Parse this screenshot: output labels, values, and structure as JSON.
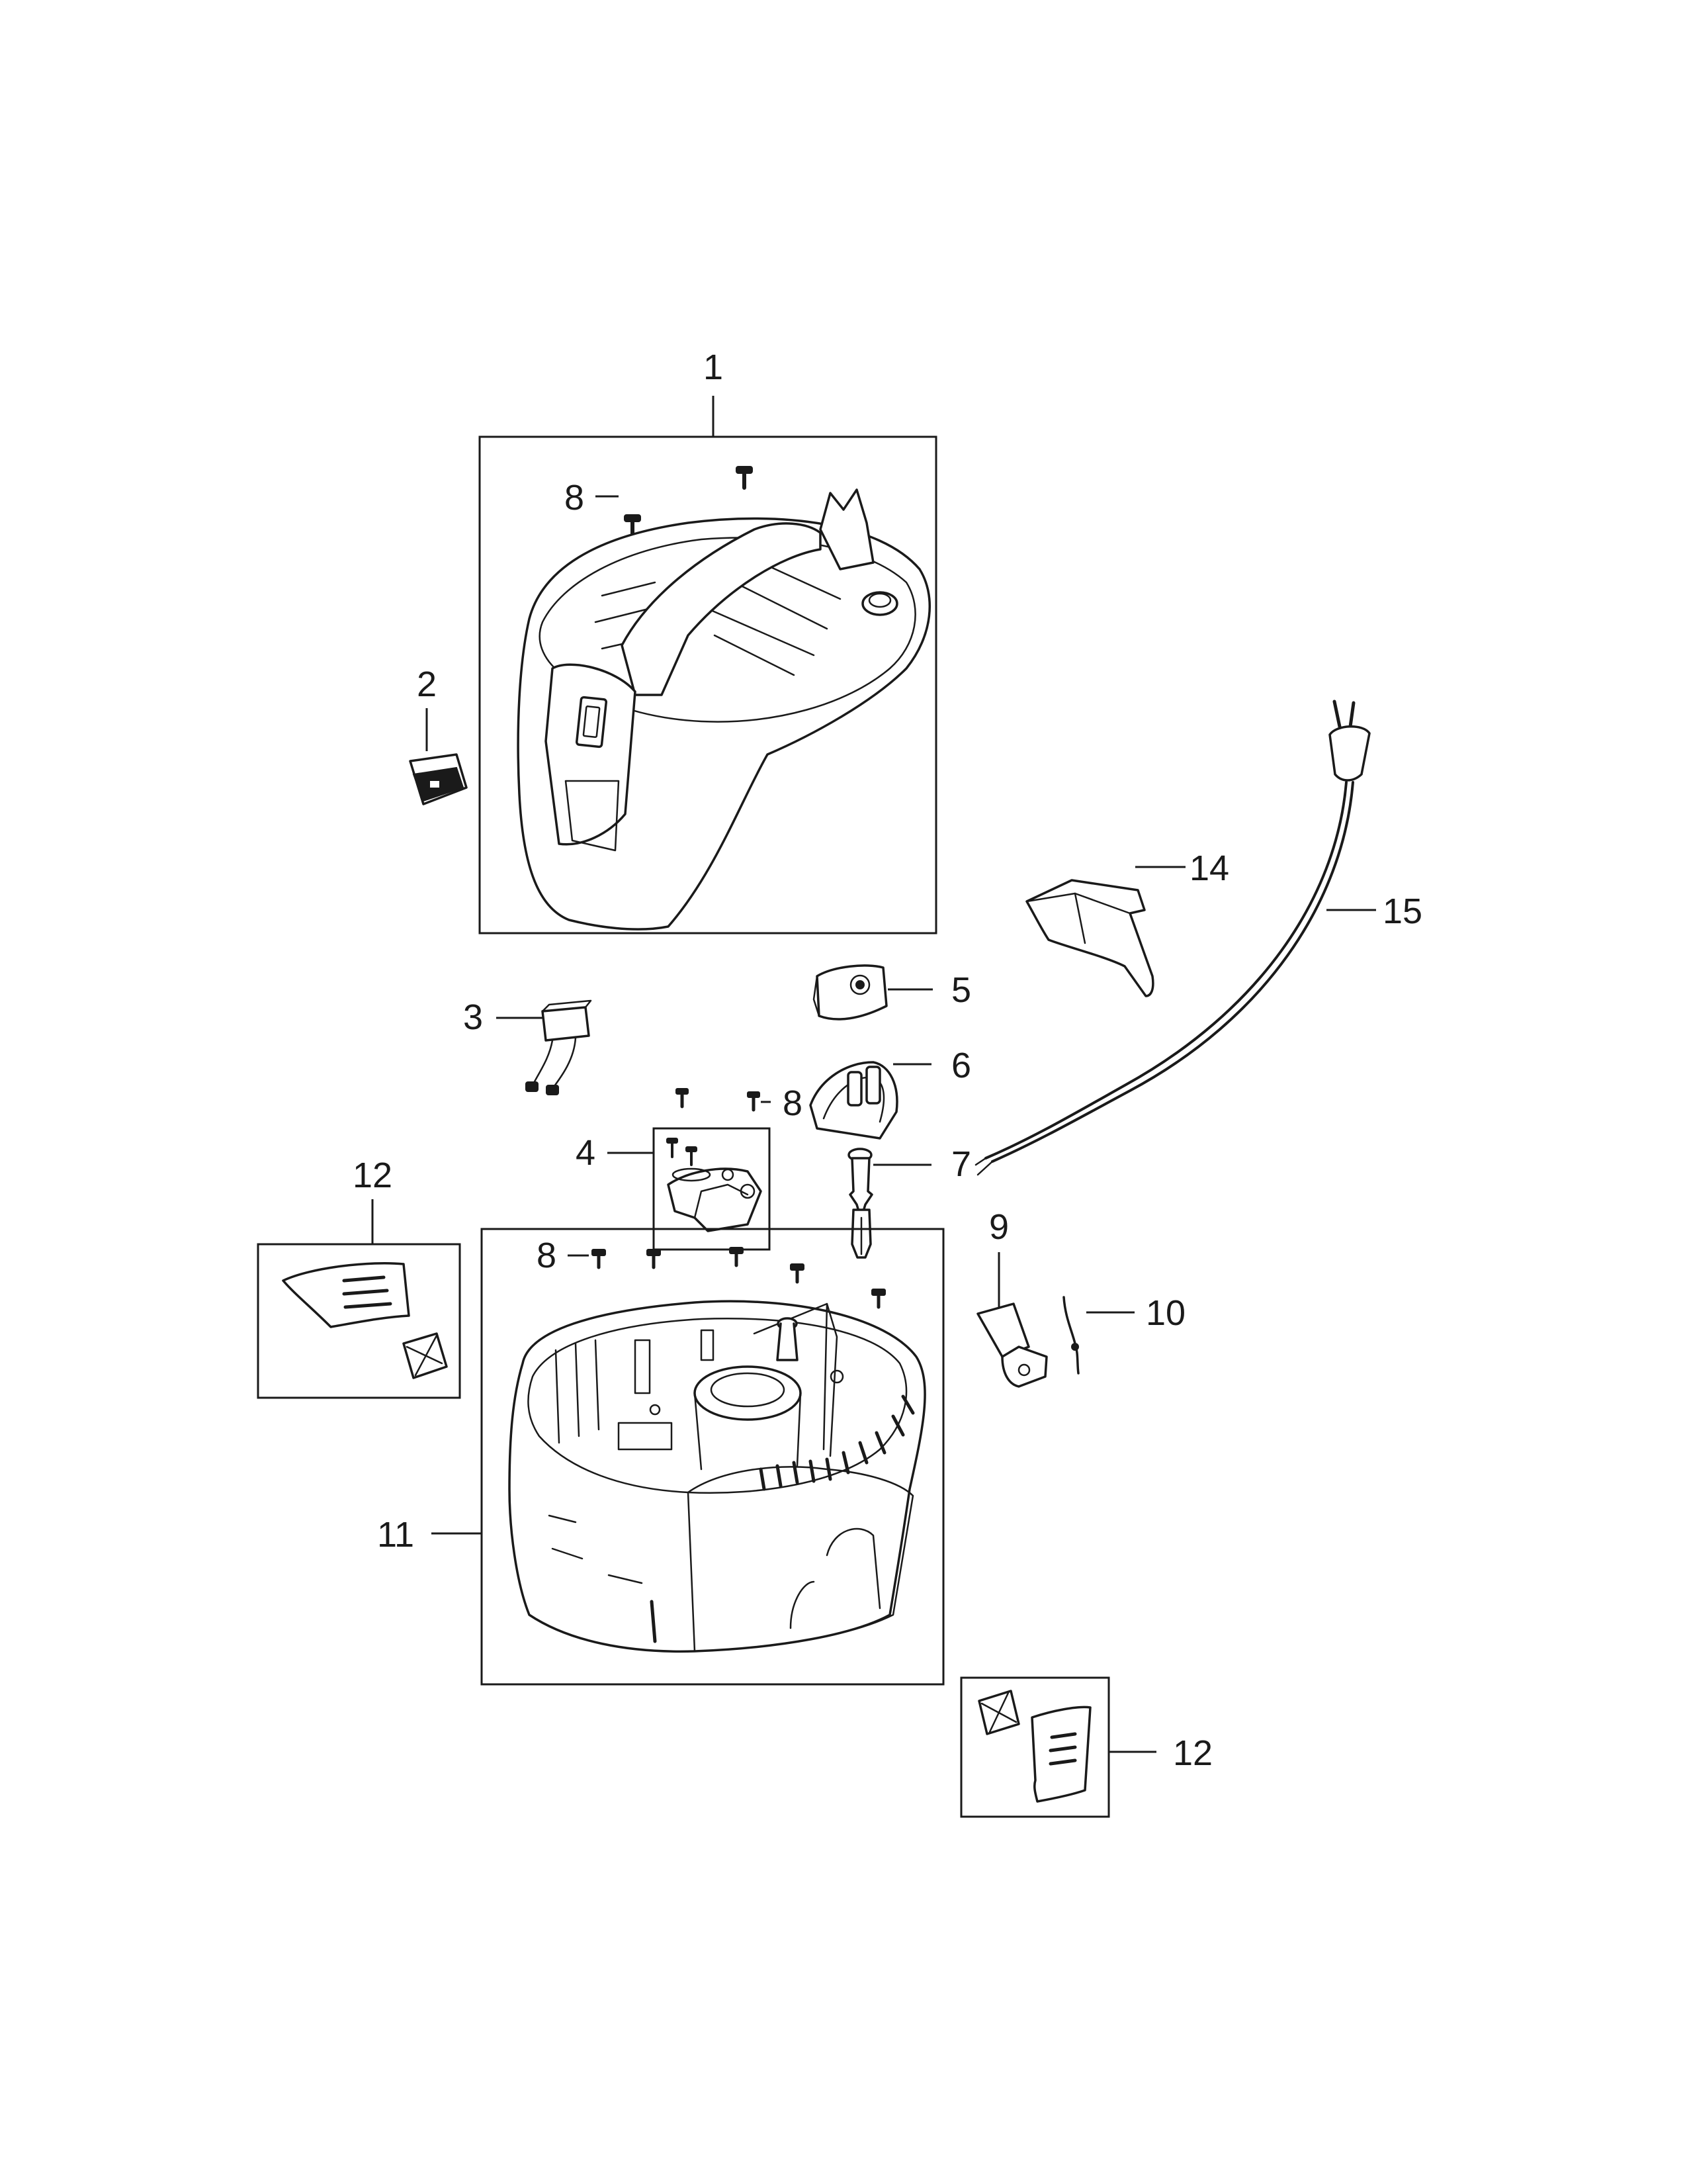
{
  "diagram": {
    "callouts": {
      "c1": "1",
      "c2": "2",
      "c3": "3",
      "c4": "4",
      "c5": "5",
      "c6": "6",
      "c7": "7",
      "c8a": "8",
      "c8b": "8",
      "c8c": "8",
      "c9": "9",
      "c10": "10",
      "c11": "11",
      "c12a": "12",
      "c12b": "12",
      "c14": "14",
      "c15": "15"
    },
    "line_color": "#1a1a1a",
    "background": "#ffffff"
  }
}
